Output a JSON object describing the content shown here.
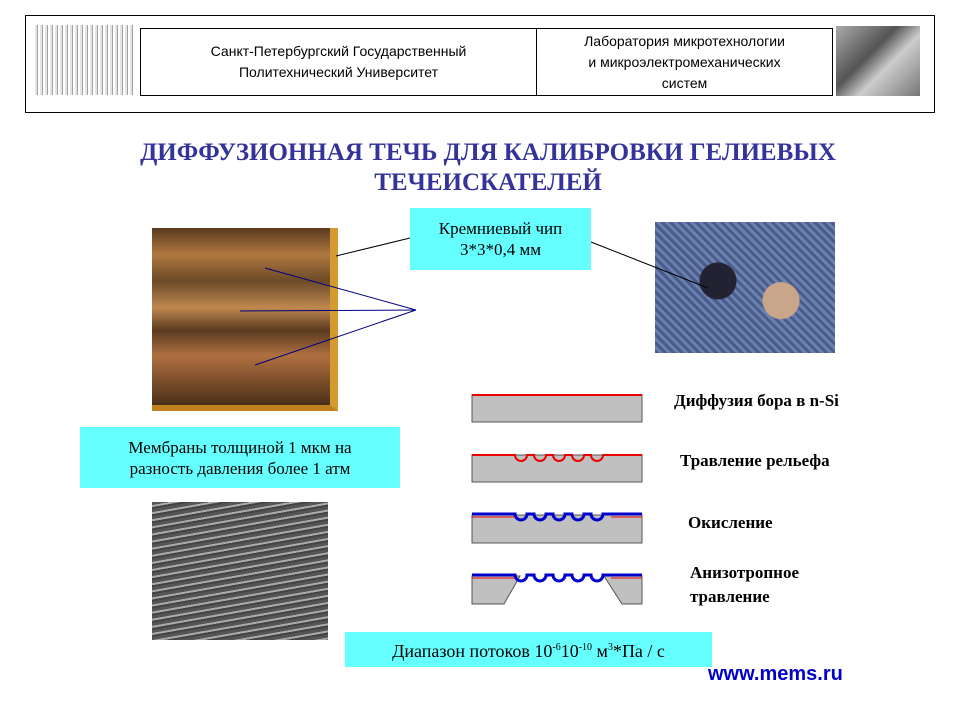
{
  "header": {
    "university": [
      "Санкт-Петербургский Государственный",
      "Политехнический Университет"
    ],
    "laboratory": [
      "Лаборатория микротехнологии",
      "и микроэлектромеханических",
      "систем"
    ]
  },
  "title": [
    "ДИФФУЗИОННАЯ ТЕЧЬ ДЛЯ КАЛИБРОВКИ ГЕЛИЕВЫХ",
    "ТЕЧЕИСКАТЕЛЕЙ"
  ],
  "chip_callout": [
    "Кремниевый чип",
    "3*3*0,4 мм"
  ],
  "membrane_callout": [
    "Мембраны толщиной 1 мкм на",
    "разность давления более 1 атм"
  ],
  "steps": [
    "Диффузия бора в n-Si",
    "Травление рельефа",
    "Окисление",
    "Анизотропное",
    "травление"
  ],
  "range": {
    "prefix": "Диапазон потоков 10",
    "exp1": "-6",
    "mid": "10",
    "exp2": "-10",
    "unit": " м",
    "exp3": "3",
    "suffix": "*Па / с"
  },
  "url": "www.mems.ru",
  "colors": {
    "title": "#333399",
    "callout": "#66ffff",
    "url": "#0000cc"
  }
}
